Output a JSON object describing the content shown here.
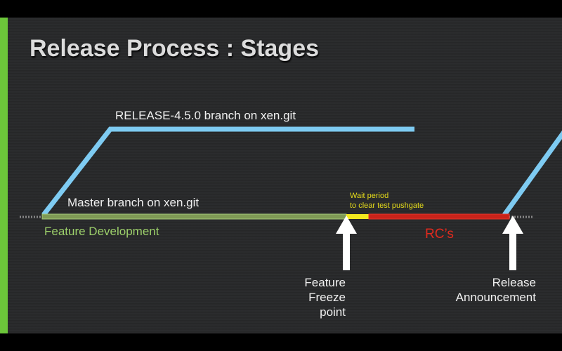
{
  "title": "Release Process : Stages",
  "labels": {
    "release_branch": "RELEASE-4.5.0 branch on xen.git",
    "master_branch": "Master branch on xen.git",
    "wait_period_line1": "Wait period",
    "wait_period_line2": "to clear test pushgate",
    "feature_development": "Feature Development",
    "rcs": "RC’s",
    "feature_freeze": [
      "Feature",
      "Freeze",
      "point"
    ],
    "release_announcement": [
      "Release",
      "Announcement"
    ]
  },
  "colors": {
    "branch": "#7ecbf2",
    "feature": "#7f9a55",
    "wait": "#f2e81e",
    "rc": "#c8231a",
    "accent": "#6cc63a"
  }
}
